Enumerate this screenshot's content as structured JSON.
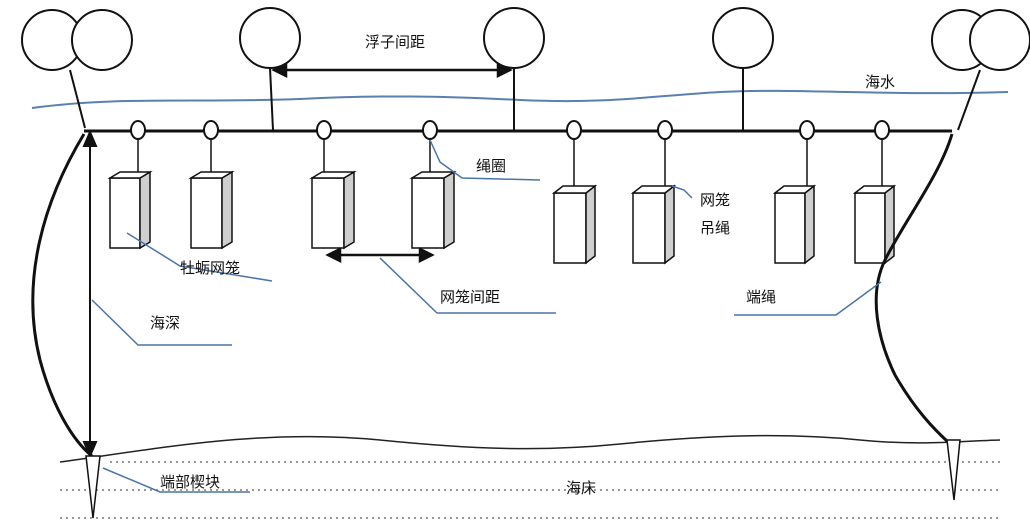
{
  "labels": {
    "float_spacing": "浮子间距",
    "seawater": "海水",
    "rope_ring": "绳圈",
    "cage_rope_line1": "网笼",
    "cage_rope_line2": "吊绳",
    "oyster_cage": "牡蛎网笼",
    "cage_spacing": "网笼间距",
    "end_rope": "端绳",
    "sea_depth": "海深",
    "end_anchor": "端部楔块",
    "seabed": "海床"
  },
  "colors": {
    "seawater_line": "#5b7fb0",
    "leader_line": "#4a74a8",
    "stroke": "#111111",
    "cage_fill": "#ffffff",
    "cage_side": "#cfcfcf",
    "dotted": "#9a9a9a"
  }
}
